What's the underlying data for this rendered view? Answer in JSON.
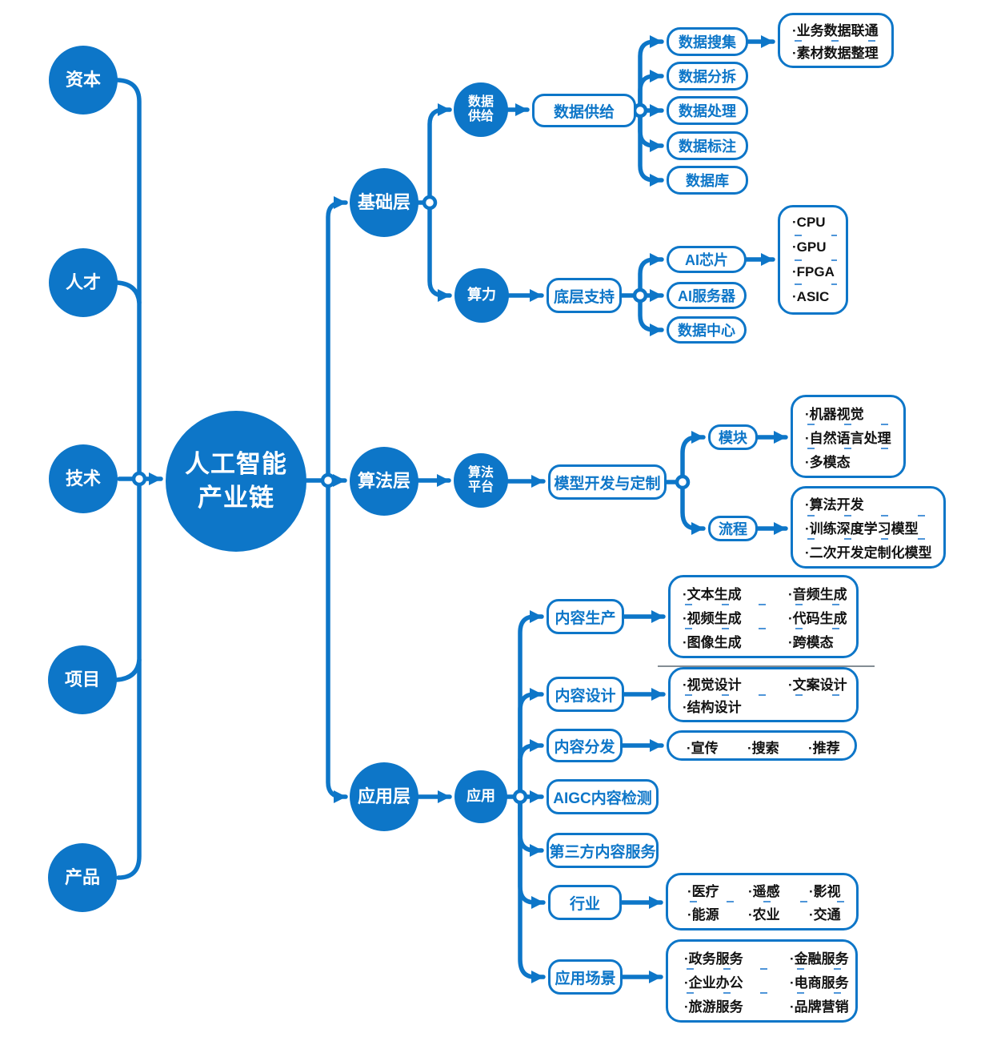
{
  "colors": {
    "primary": "#0d76c8",
    "list_text": "#121212"
  },
  "inputs": [
    "资本",
    "人才",
    "技术",
    "项目",
    "产品"
  ],
  "center": {
    "line1": "人工智能",
    "line2": "产业链"
  },
  "levels": {
    "base": "基础层",
    "algo": "算法层",
    "app": "应用层"
  },
  "base": {
    "supply_circle": {
      "line1": "数据",
      "line2": "供给"
    },
    "supply_box": "数据供给",
    "supply_children": [
      "数据搜集",
      "数据分拆",
      "数据处理",
      "数据标注",
      "数据库"
    ],
    "collect_list": [
      "·业务数据联通",
      "·素材数据整理"
    ],
    "power_circle": "算力",
    "power_box": "底层支持",
    "power_children": [
      "AI芯片",
      "AI服务器",
      "数据中心"
    ],
    "chip_list": [
      "·CPU",
      "·GPU",
      "·FPGA",
      "·ASIC"
    ]
  },
  "algo": {
    "platform_circle": {
      "line1": "算法",
      "line2": "平台"
    },
    "model_box": "模型开发与定制",
    "module_label": "模块",
    "module_list": [
      "·机器视觉",
      "·自然语言处理",
      "·多模态"
    ],
    "process_label": "流程",
    "process_list": [
      "·算法开发",
      "·训练深度学习模型",
      "·二次开发定制化模型"
    ]
  },
  "app": {
    "circle": "应用",
    "production_label": "内容生产",
    "production_rows": [
      [
        "·文本生成",
        "·音频生成"
      ],
      [
        "·视频生成",
        "·代码生成"
      ],
      [
        "·图像生成",
        "·跨模态"
      ]
    ],
    "design_label": "内容设计",
    "design_rows": [
      [
        "·视觉设计",
        "·文案设计"
      ],
      [
        "·结构设计"
      ]
    ],
    "distribution_label": "内容分发",
    "distribution_row": [
      "·宣传",
      "·搜索",
      "·推荐"
    ],
    "aigc_label": "AIGC内容检测",
    "third_party_label": "第三方内容服务",
    "industry_label": "行业",
    "industry_rows": [
      [
        "·医疗",
        "·遥感",
        "·影视"
      ],
      [
        "·能源",
        "·农业",
        "·交通"
      ]
    ],
    "scenario_label": "应用场景",
    "scenario_rows": [
      [
        "·政务服务",
        "·金融服务"
      ],
      [
        "·企业办公",
        "·电商服务"
      ],
      [
        "·旅游服务",
        "·品牌营销"
      ]
    ]
  }
}
